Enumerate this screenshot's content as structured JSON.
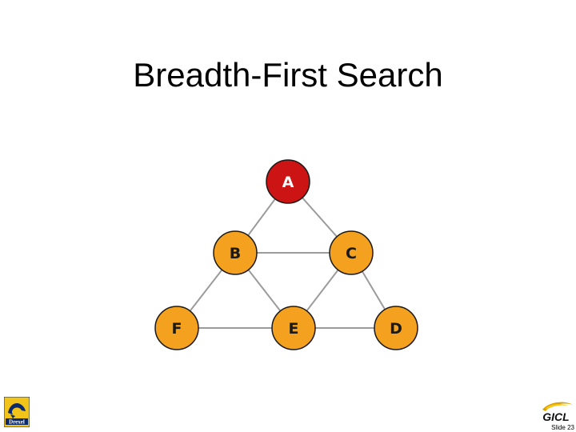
{
  "slide": {
    "title": "Breadth-First Search",
    "slide_number": "Slide 23"
  },
  "colors": {
    "visited_node_fill": "#cc1414",
    "node_fill": "#f4a11f",
    "node_stroke": "#1a1a1a",
    "edge": "#9b9b9b",
    "visited_label": "#ffffff",
    "label": "#1a1a1a"
  },
  "graph": {
    "nodes": [
      {
        "id": "A",
        "label": "A",
        "visited": true
      },
      {
        "id": "B",
        "label": "B",
        "visited": false
      },
      {
        "id": "C",
        "label": "C",
        "visited": false
      },
      {
        "id": "F",
        "label": "F",
        "visited": false
      },
      {
        "id": "E",
        "label": "E",
        "visited": false
      },
      {
        "id": "D",
        "label": "D",
        "visited": false
      }
    ],
    "edges": [
      [
        "A",
        "B"
      ],
      [
        "A",
        "C"
      ],
      [
        "B",
        "C"
      ],
      [
        "B",
        "F"
      ],
      [
        "B",
        "E"
      ],
      [
        "C",
        "E"
      ],
      [
        "C",
        "D"
      ],
      [
        "F",
        "E"
      ],
      [
        "E",
        "D"
      ]
    ]
  },
  "logos": {
    "left": {
      "name": "drexel-university-logo",
      "text": "Drexel"
    },
    "right": {
      "name": "gicl-logo",
      "text": "GICL"
    }
  }
}
